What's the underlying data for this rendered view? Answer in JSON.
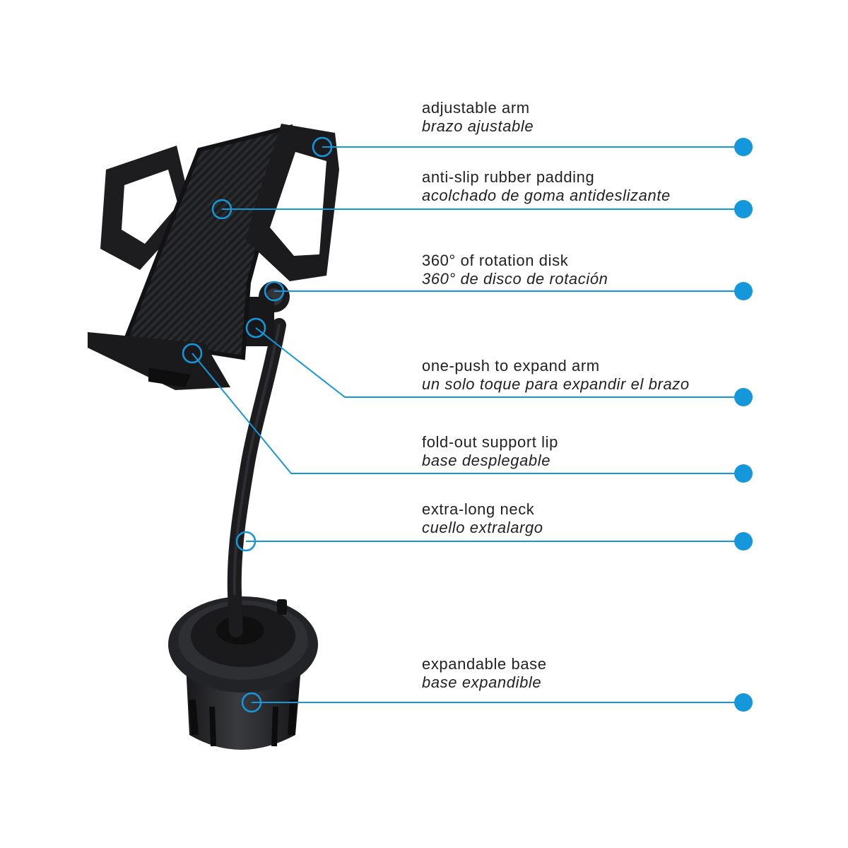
{
  "colors": {
    "accent": "#1597dc",
    "product": "#1c1c1e",
    "background": "#ffffff"
  },
  "callouts": [
    {
      "en": "adjustable arm",
      "es": "brazo ajustable"
    },
    {
      "en": "anti-slip rubber padding",
      "es": "acolchado de goma antideslizante"
    },
    {
      "en": "360° of rotation disk",
      "es": "360° de disco de rotación"
    },
    {
      "en": "one-push to expand arm",
      "es": "un solo toque para expandir el brazo"
    },
    {
      "en": "fold-out support lip",
      "es": "base desplegable"
    },
    {
      "en": "extra-long neck",
      "es": "cuello extralargo"
    },
    {
      "en": "expandable base",
      "es": "base expandible"
    }
  ]
}
